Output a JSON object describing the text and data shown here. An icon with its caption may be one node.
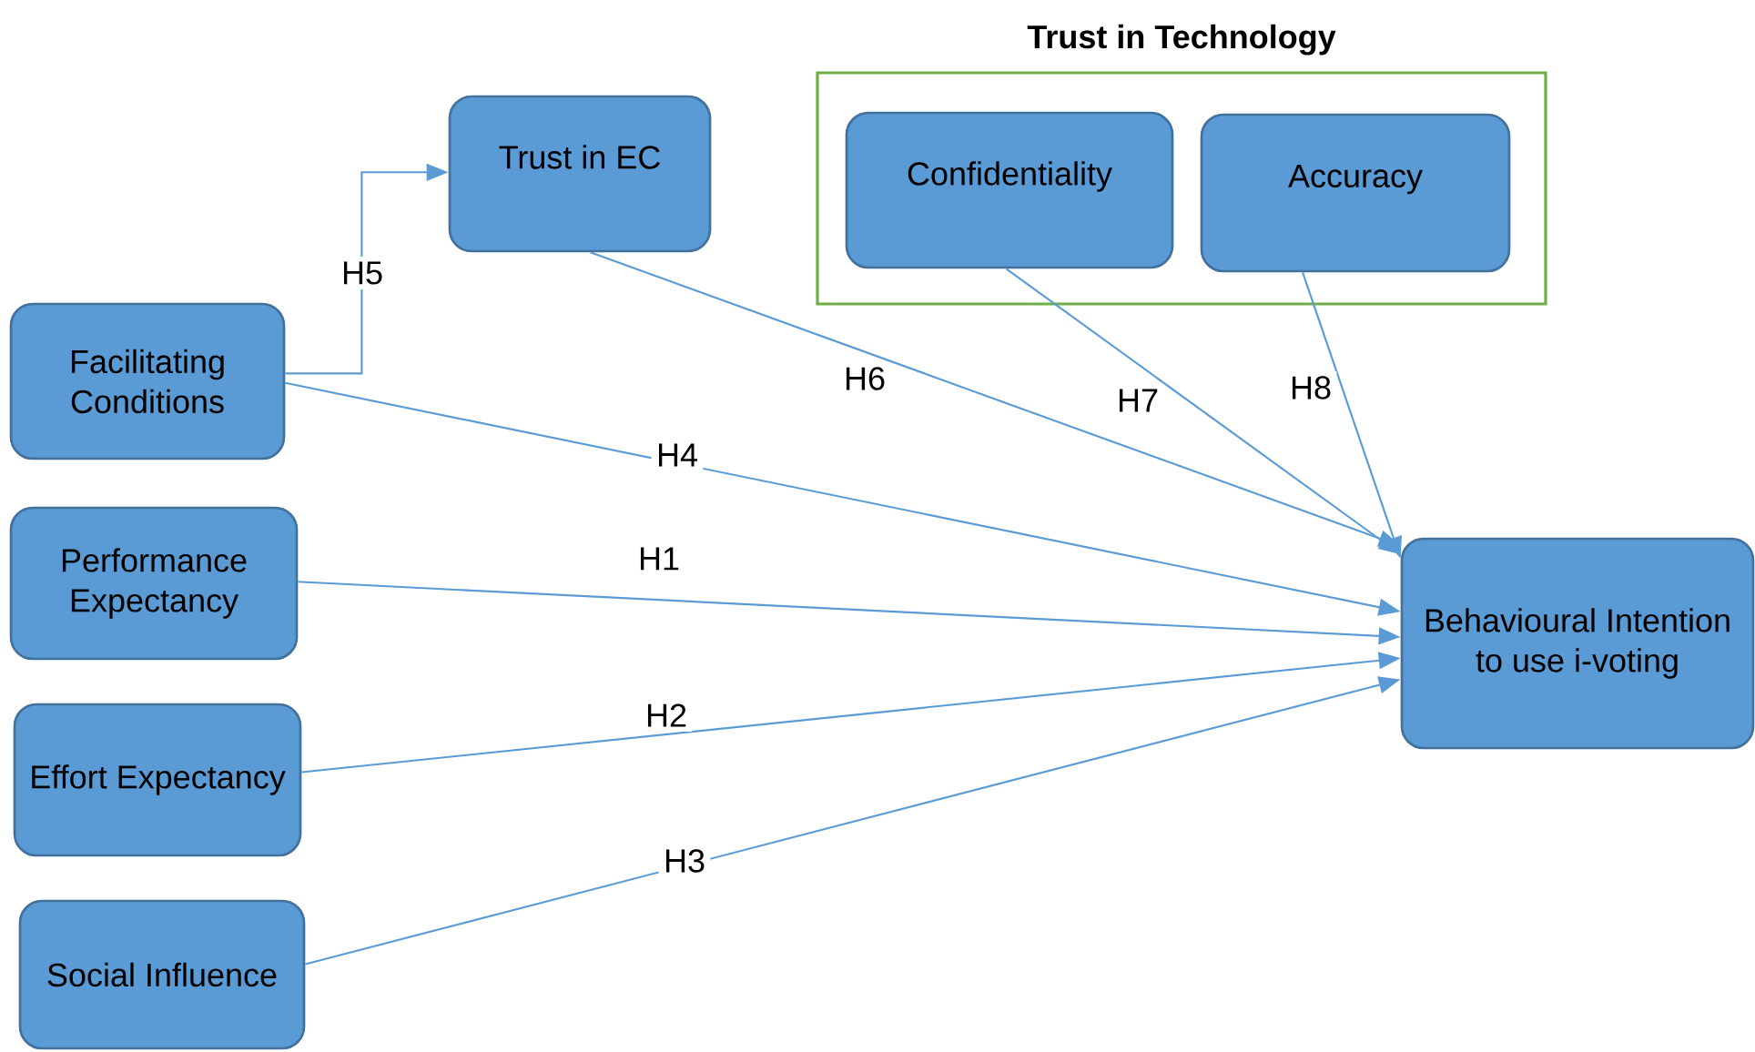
{
  "diagram": {
    "nodes": [
      {
        "text": [
          "Trust in Technology"
        ]
      },
      {
        "text": [
          "Confidentiality"
        ],
        "in": 0
      },
      {
        "text": [
          "Accuracy"
        ],
        "in": 0
      },
      {
        "text": [
          "Trust in EC"
        ]
      },
      {
        "text": [
          "Facilitating Conditions"
        ]
      },
      {
        "text": [
          "Performance Expectancy"
        ]
      },
      {
        "text": [
          "Effort Expectancy"
        ]
      },
      {
        "text": [
          "Social Influence"
        ]
      },
      {
        "text": [
          "Behavioural Intention to use i-voting"
        ]
      }
    ],
    "edges": [
      {
        "from": 4,
        "to": 3,
        "arrow": "to",
        "label": "H5"
      },
      {
        "from": 3,
        "to": 8,
        "arrow": "to",
        "label": "H6"
      },
      {
        "from": 1,
        "to": 8,
        "arrow": "to",
        "label": "H7"
      },
      {
        "from": 2,
        "to": 8,
        "arrow": "to",
        "label": "H8"
      },
      {
        "from": 4,
        "to": 8,
        "arrow": "to",
        "label": "H4"
      },
      {
        "from": 5,
        "to": 8,
        "arrow": "to",
        "label": "H1"
      },
      {
        "from": 6,
        "to": 8,
        "arrow": "to",
        "label": "H2"
      },
      {
        "from": 7,
        "to": 8,
        "arrow": "to",
        "label": "H3"
      }
    ]
  }
}
